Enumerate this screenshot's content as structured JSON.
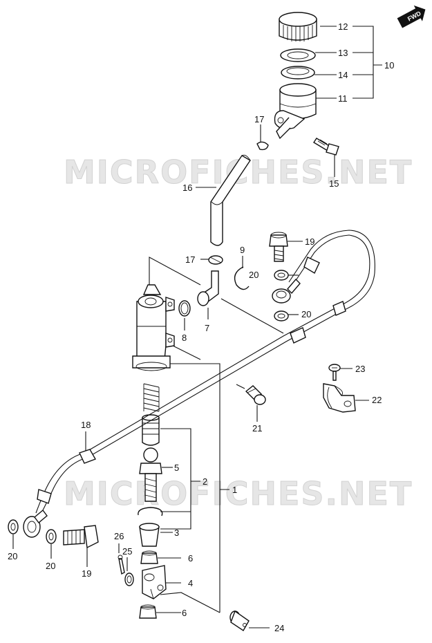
{
  "watermark": "MICROFICHES.NET",
  "fwd_badge": "FWD",
  "callouts": {
    "p1": "1",
    "p2": "2",
    "p3": "3",
    "p4": "4",
    "p5": "5",
    "p6a": "6",
    "p6b": "6",
    "p7": "7",
    "p8": "8",
    "p9": "9",
    "p10": "10",
    "p11": "11",
    "p12": "12",
    "p13": "13",
    "p14": "14",
    "p15": "15",
    "p16": "16",
    "p17a": "17",
    "p17b": "17",
    "p18": "18",
    "p19a": "19",
    "p19b": "19",
    "p20a": "20",
    "p20b": "20",
    "p20c": "20",
    "p20d": "20",
    "p21": "21",
    "p22": "22",
    "p23": "23",
    "p24": "24",
    "p25": "25",
    "p26": "26"
  }
}
